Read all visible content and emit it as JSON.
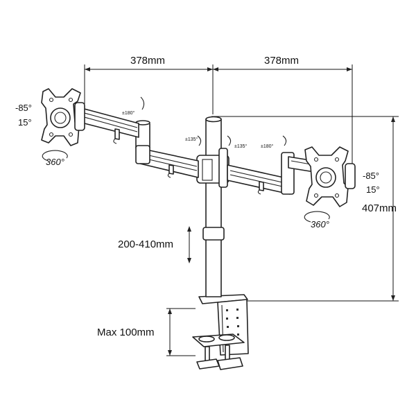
{
  "dimensions": {
    "arm_left": "378mm",
    "arm_right": "378mm",
    "overall_height": "407mm",
    "height_adjust": "200-410mm",
    "clamp_thickness": "Max 100mm"
  },
  "left_head": {
    "tilt_up": "-85°",
    "tilt_down": "15°",
    "rotation": "360°"
  },
  "right_head": {
    "tilt_up": "-85°",
    "tilt_down": "15°",
    "rotation": "360°"
  },
  "joints": {
    "left_swivel": "±180°",
    "center_left": "±135°",
    "center_right": "±135°",
    "right_swivel": "±180°"
  },
  "colors": {
    "line": "#111111",
    "part_fill": "#ffffff"
  }
}
